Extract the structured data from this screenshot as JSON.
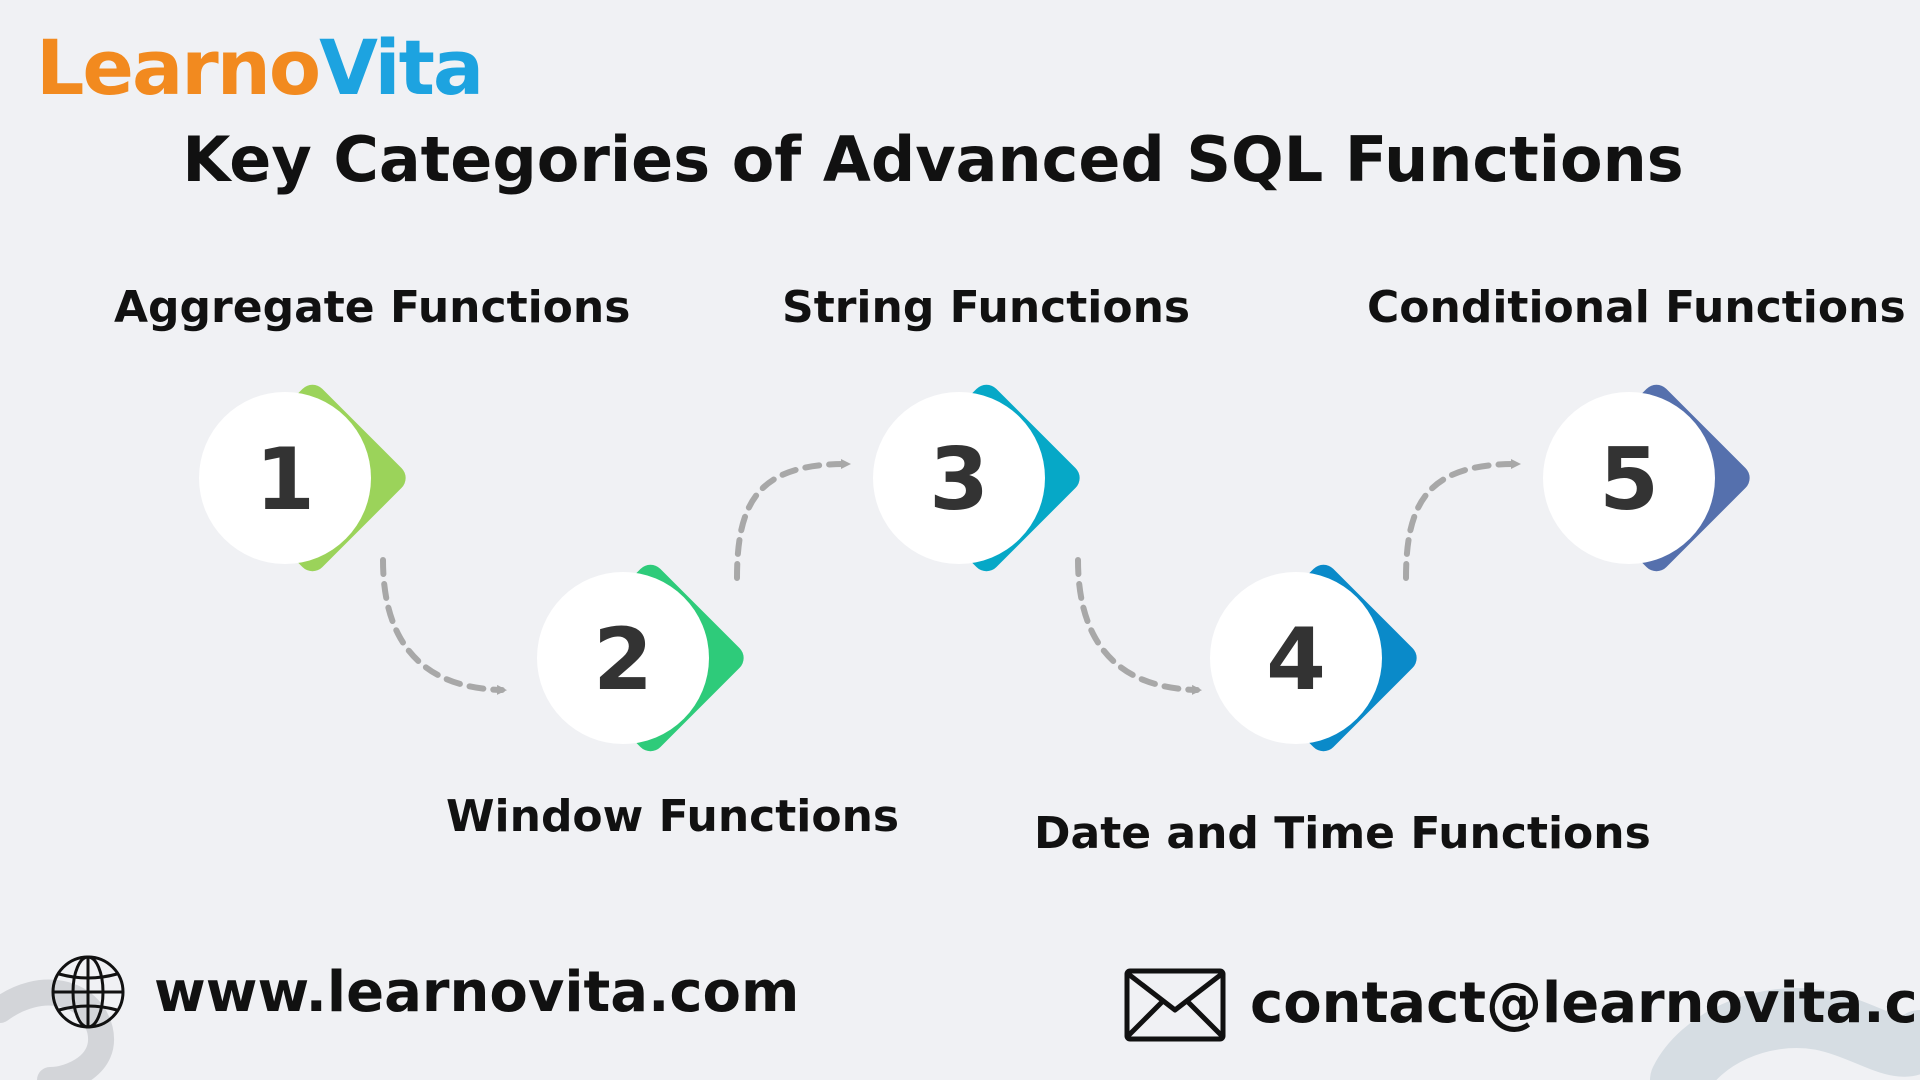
{
  "logo": {
    "part1": "Learno",
    "part2": "Vita"
  },
  "title": "Key Categories of Advanced SQL Functions",
  "steps": [
    {
      "number": "1",
      "label": "Aggregate Functions",
      "color": "#9bd35a"
    },
    {
      "number": "2",
      "label": "Window Functions",
      "color": "#2ecb7a"
    },
    {
      "number": "3",
      "label": "String Functions",
      "color": "#06a8c7"
    },
    {
      "number": "4",
      "label": "Date and Time Functions",
      "color": "#0a8ac9"
    },
    {
      "number": "5",
      "label": "Conditional Functions",
      "color": "#5570ad"
    }
  ],
  "footer": {
    "website": "www.learnovita.com",
    "email": "contact@learnovita.com",
    "website_icon": "globe-icon",
    "email_icon": "envelope-icon"
  }
}
